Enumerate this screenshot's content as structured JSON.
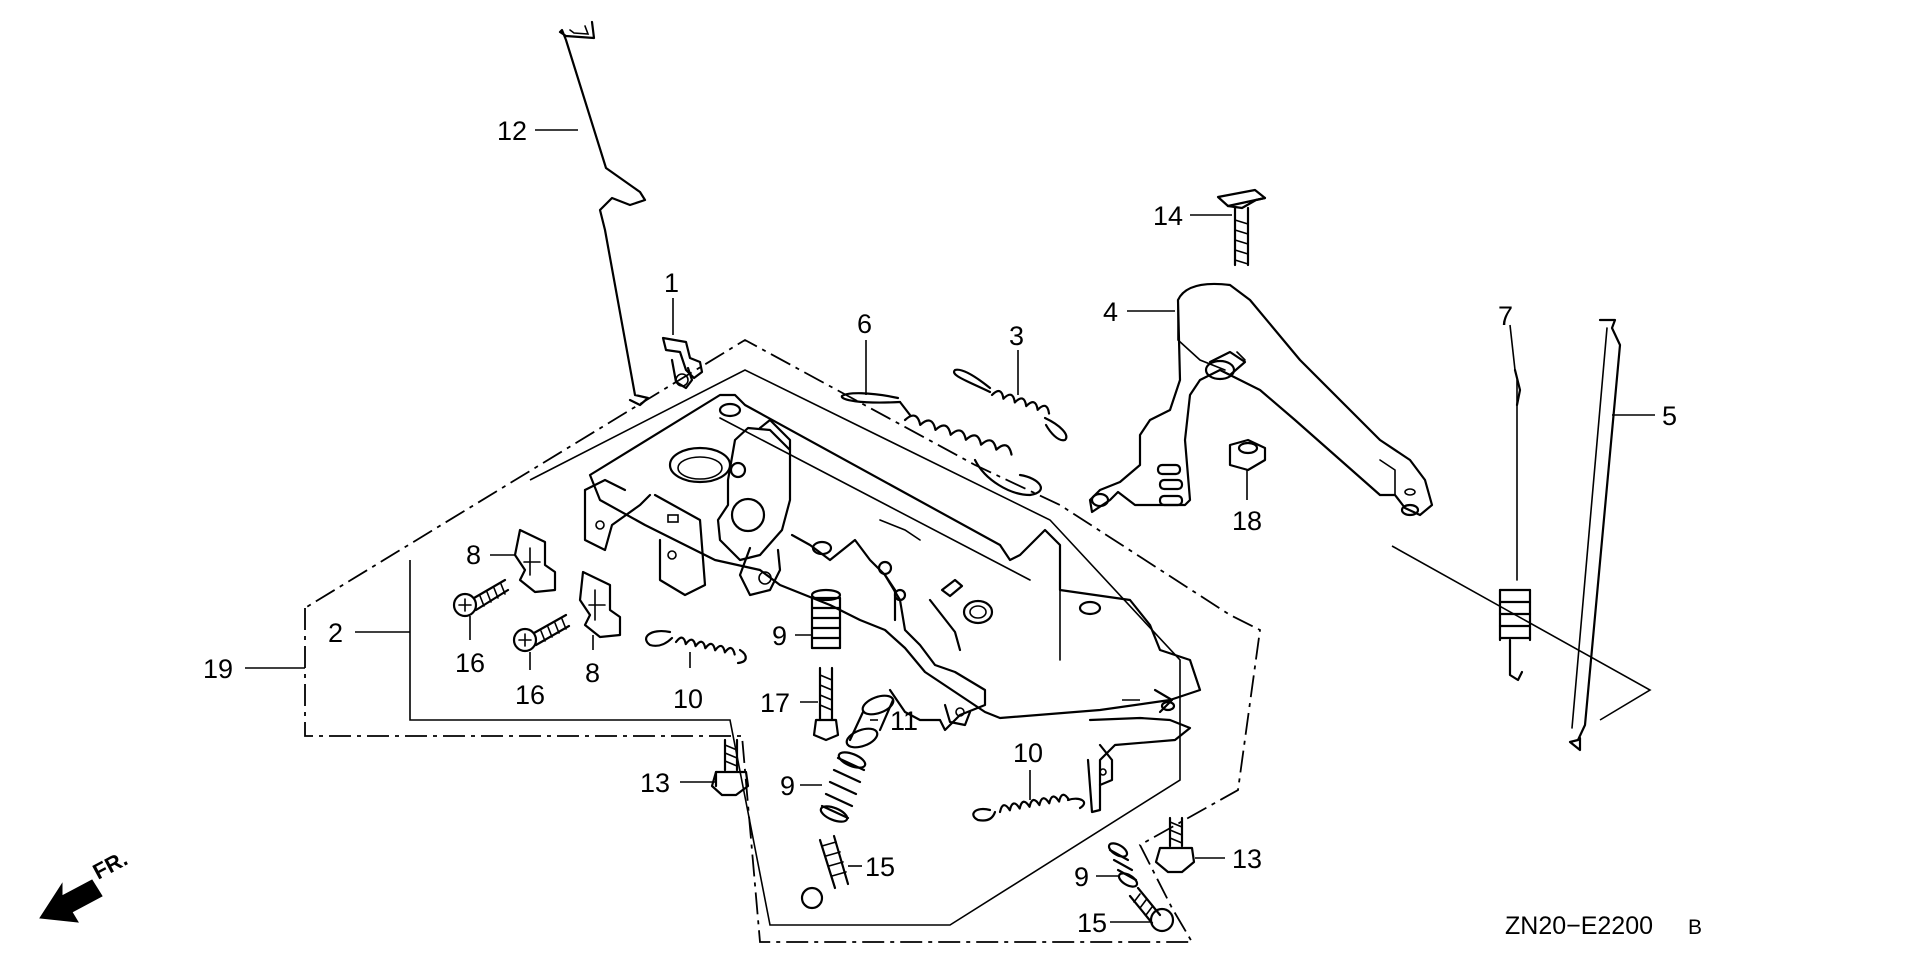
{
  "diagram": {
    "callouts": [
      {
        "name": "callout-1",
        "text": "1"
      },
      {
        "name": "callout-2",
        "text": "2"
      },
      {
        "name": "callout-3",
        "text": "3"
      },
      {
        "name": "callout-4",
        "text": "4"
      },
      {
        "name": "callout-5",
        "text": "5"
      },
      {
        "name": "callout-6",
        "text": "6"
      },
      {
        "name": "callout-7",
        "text": "7"
      },
      {
        "name": "callout-8a",
        "text": "8"
      },
      {
        "name": "callout-8b",
        "text": "8"
      },
      {
        "name": "callout-9a",
        "text": "9"
      },
      {
        "name": "callout-9b",
        "text": "9"
      },
      {
        "name": "callout-9c",
        "text": "9"
      },
      {
        "name": "callout-10a",
        "text": "10"
      },
      {
        "name": "callout-10b",
        "text": "10"
      },
      {
        "name": "callout-11",
        "text": "11"
      },
      {
        "name": "callout-12",
        "text": "12"
      },
      {
        "name": "callout-13a",
        "text": "13"
      },
      {
        "name": "callout-13b",
        "text": "13"
      },
      {
        "name": "callout-14",
        "text": "14"
      },
      {
        "name": "callout-15a",
        "text": "15"
      },
      {
        "name": "callout-15b",
        "text": "15"
      },
      {
        "name": "callout-16a",
        "text": "16"
      },
      {
        "name": "callout-16b",
        "text": "16"
      },
      {
        "name": "callout-17",
        "text": "17"
      },
      {
        "name": "callout-18",
        "text": "18"
      },
      {
        "name": "callout-19",
        "text": "19"
      }
    ],
    "front_arrow_label": "FR.",
    "drawing_code": "ZN20−E2200",
    "drawing_revision": "B"
  }
}
